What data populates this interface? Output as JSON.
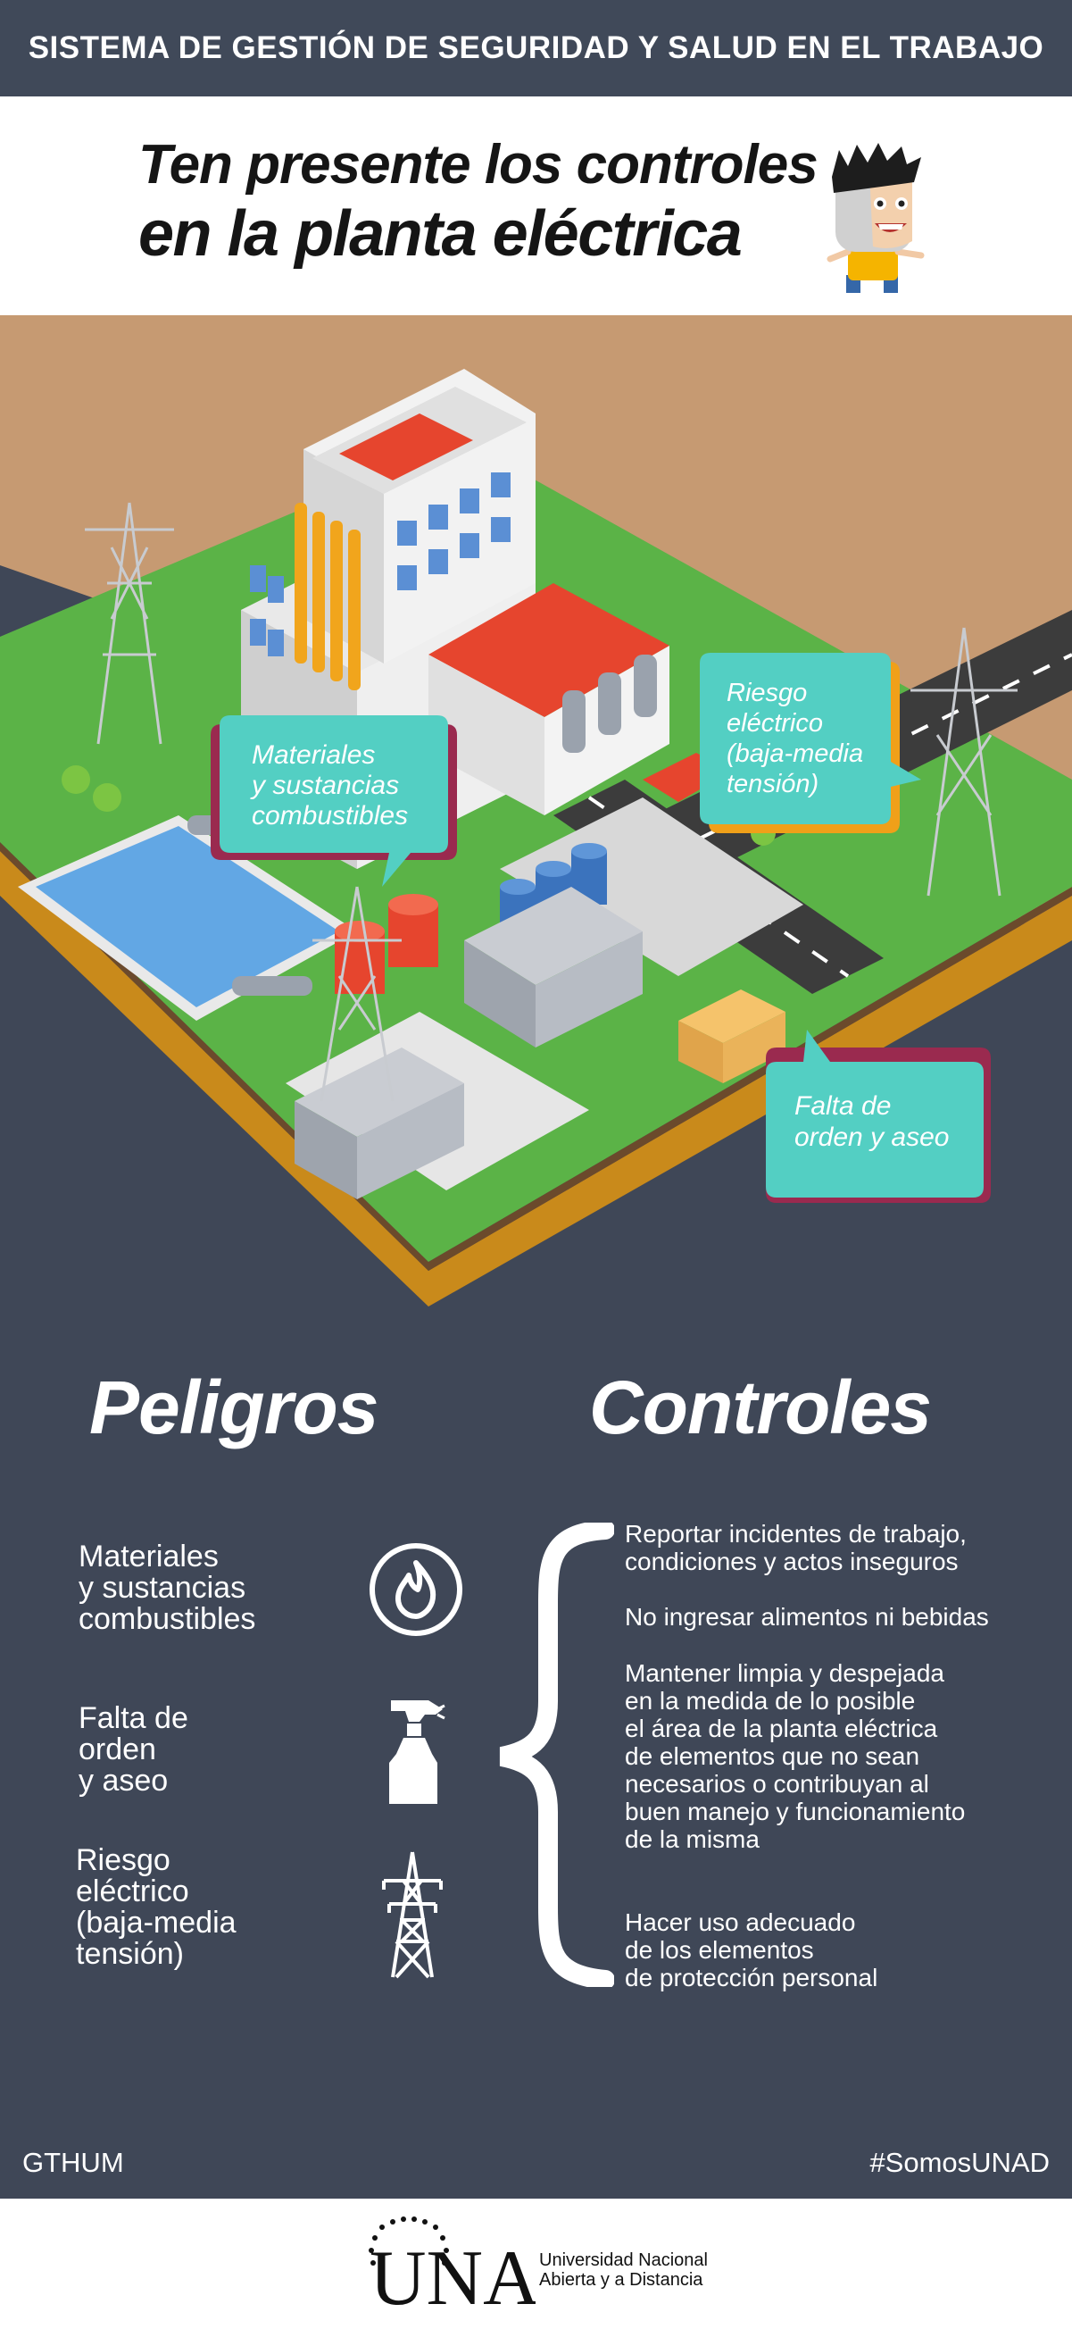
{
  "header": {
    "title": "SISTEMA DE GESTIÓN DE SEGURIDAD Y SALUD EN EL TRABAJO"
  },
  "headline": {
    "line1": "Ten presente los controles",
    "line2": "en la planta eléctrica"
  },
  "scene": {
    "bubbles": [
      {
        "lines": [
          "Materiales",
          "y sustancias",
          "combustibles"
        ]
      },
      {
        "lines": [
          "Riesgo",
          "eléctrico",
          "(baja-media",
          "tensión)"
        ]
      },
      {
        "lines": [
          "Falta de",
          "orden y aseo"
        ]
      }
    ]
  },
  "columns": {
    "left": "Peligros",
    "right": "Controles"
  },
  "hazards": [
    {
      "label": "Materiales\ny sustancias\ncombustibles",
      "icon": "fire-icon"
    },
    {
      "label": "Falta de\norden\ny aseo",
      "icon": "spray-bottle-icon"
    },
    {
      "label": "Riesgo\neléctrico\n(baja-media\ntensión)",
      "icon": "power-tower-icon"
    }
  ],
  "controls": [
    "Reportar  incidentes de trabajo,\ncondiciones y actos inseguros",
    "No ingresar alimentos ni bebidas",
    "Mantener limpia y despejada\nen la medida de lo posible\nel área de la planta eléctrica\nde elementos que no sean\nnecesarios o contribuyan al\nbuen manejo y funcionamiento\nde la misma",
    "Hacer uso adecuado\nde los elementos\nde protección personal"
  ],
  "footer": {
    "left": "GTHUM",
    "right": "#SomosUNAD"
  },
  "logo": {
    "mark": "UNAD",
    "text": "Universidad Nacional\nAbierta y a Distancia"
  },
  "colors": {
    "dark": "#404959",
    "teal": "#53cfc3",
    "maroon": "#9a2a4f",
    "orange": "#f0a019",
    "sand": "#c69a72"
  }
}
